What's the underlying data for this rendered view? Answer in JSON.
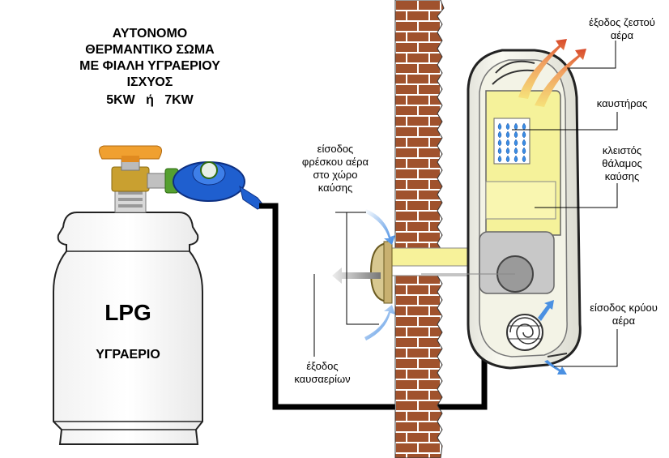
{
  "title": {
    "lines": [
      "ΑΥΤΟΝΟΜΟ",
      "ΘΕΡΜΑΝΤΙΚΟ ΣΩΜΑ",
      "ΜΕ ΦΙΑΛΗ ΥΓΡΑΕΡΙΟΥ",
      "ΙΣΧΥΟΣ",
      "5KW   ή   7KW"
    ]
  },
  "cylinder": {
    "main_label": "LPG",
    "sub_label": "ΥΓΡΑΕΡΙΟ"
  },
  "labels": {
    "hot_air_out": [
      "έξοδος ζεστού",
      "αέρα"
    ],
    "burner": [
      "καυστήρας"
    ],
    "closed_chamber": [
      "κλειστός",
      "θάλαμος",
      "καύσης"
    ],
    "fresh_air_in": [
      "είσοδος",
      "φρέσκου αέρα",
      "στο χώρο",
      "καύσης"
    ],
    "cold_air_in": [
      "είσοδος κρύου",
      "αέρα"
    ],
    "flue_out": [
      "έξοδος",
      "καυσαερίων"
    ]
  },
  "colors": {
    "brick": "#a0522d",
    "mortar": "#ffffff",
    "heater_body": "#f7f7e8",
    "chamber_fill": "#f5f29a",
    "burner_blue": "#3a8ee6",
    "regulator_blue": "#1f5fcf",
    "valve_orange": "#f0a030",
    "arrow_blue": "#4a90e2",
    "hot_arrow_red": "#d84a2a"
  }
}
